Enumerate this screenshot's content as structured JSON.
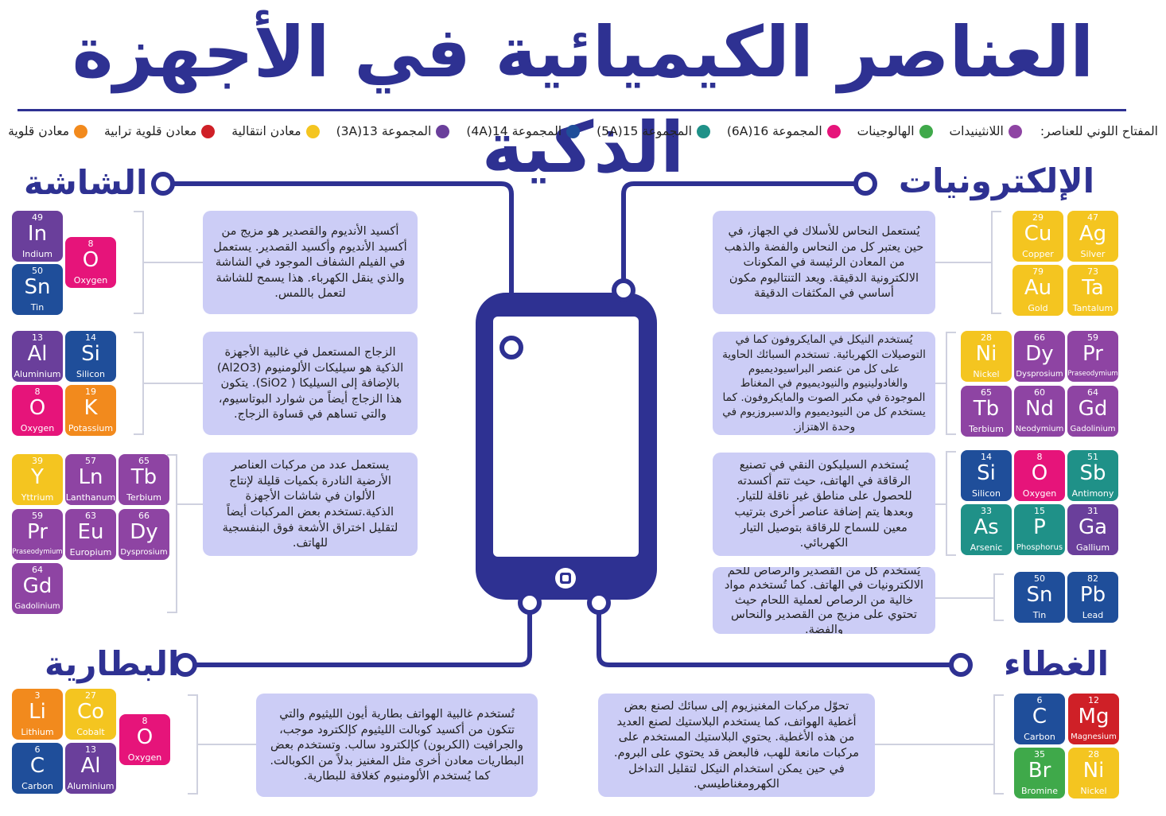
{
  "title": "العناصر الكيميائية في الأجهزة الذكية",
  "legend": {
    "label": "المفتاح اللوني للعناصر:",
    "items": [
      {
        "label": "اللانثينيدات",
        "color": "#8e44a3"
      },
      {
        "label": "الهالوجينات",
        "color": "#3fa94a"
      },
      {
        "label": "المجموعة 16(6A)",
        "color": "#e6147a"
      },
      {
        "label": "المجموعة 15(5A)",
        "color": "#1f9188"
      },
      {
        "label": "المجموعة 14(4A)",
        "color": "#1f4e9a"
      },
      {
        "label": "المجموعة 13(3A)",
        "color": "#6a3f9b"
      },
      {
        "label": "معادن انتقالية",
        "color": "#f4c520"
      },
      {
        "label": "معادن قلوية ترابية",
        "color": "#cf2027"
      },
      {
        "label": "معادن قلوية",
        "color": "#f28a1d"
      }
    ]
  },
  "sections": {
    "screen": "الشاشة",
    "electronics": "الإلكترونيات",
    "battery": "البطارية",
    "cover": "الغطاء"
  },
  "texts": {
    "screen_ito": "أكسيد الأنديوم والقصدير هو مزيج من أكسيد الأنديوم وأكسيد القصدير. يستعمل في الفيلم الشفاف الموجود في الشاشة والذي ينقل الكهرباء. هذا يسمح للشاشة لتعمل باللمس.",
    "screen_glass": "الزجاج المستعمل في غالبية الأجهزة الذكية هو سيليكات الألومنيوم (Al2O3) بالإضافة إلى السيليكا ( SiO2). يتكون هذا الزجاج أيضاً من شوارد البوتاسيوم، والتي تساهم في قساوة الزجاج.",
    "screen_rare": "يستعمل عدد من مركبات العناصر الأرضية النادرة بكميات قليلة لإنتاج الألوان في شاشات الأجهزة الذكية.تستخدم بعض المركبات أيضاً لتقليل اختراق الأشعة فوق البنفسجية للهاتف.",
    "elec_wires": "يُستعمل النحاس للأسلاك في الجهاز، في حين يعتبر كل من النحاس والفضة والذهب من المعادن الرئيسة في المكونات الالكترونية الدقيقة. ويعد التنتاليوم مكون أساسي في المكثفات الدقيقة",
    "elec_magnets": "يُستخدم النيكل في المايكروفون كما في التوصيلات الكهربائية. تستخدم السبائك الحاوية على كل من عنصر البراسيوديميوم والغادولينيوم والنيوديميوم في المغناط الموجودة في مكبر الصوت والمايكروفون. كما يستخدم كل من النيوديميوم والدسبروزيوم في وحدة الاهتزاز.",
    "elec_chip": "يُستخدم السيليكون النقي في تصنيع الرقاقة في الهاتف، حيث تتم أكسدته للحصول على مناطق غير ناقلة للتيار. وبعدها يتم إضافة عناصر أخرى بترتيب معين للسماح للرقاقة بتوصيل التيار الكهربائي.",
    "elec_solder": "يُستخدم كل من القصدير والرصاص للحم الالكترونيات في الهاتف. كما تُستخدم مواد خالية من الرصاص لعملية اللحام حيث تحتوي على مزيج من القصدير والنحاس والفضة.",
    "battery": "تُستخدم غالبية الهواتف بطارية أيون الليثيوم والتي تتكون من أكسيد كوبالت الليثيوم كإلكترود موجب، والجرافيت (الكربون) كإلكترود سالب. وتستخدم بعض البطاريات معادن أخرى مثل المغنيز بدلاً من الكوبالت. كما يُستخدم الألومنيوم كغلافة للبطارية.",
    "cover": "تحوّل مركبات المغنيزيوم إلى سبائك لصنع بعض أغطية الهواتف، كما يستخدم البلاستيك لصنع العديد من هذه الأغطية. يحتوي البلاستيك المستخدم على مركبات مانعة للهب، فالبعض قد يحتوي على البروم. في حين يمكن استخدام النيكل لتقليل التداخل الكهرومغناطيسي."
  },
  "elements": [
    {
      "id": "screen-in",
      "num": "49",
      "sym": "In",
      "name": "Indium",
      "color": "#6a3f9b"
    },
    {
      "id": "screen-o1",
      "num": "8",
      "sym": "O",
      "name": "Oxygen",
      "color": "#e6147a"
    },
    {
      "id": "screen-sn",
      "num": "50",
      "sym": "Sn",
      "name": "Tin",
      "color": "#1f4e9a"
    },
    {
      "id": "screen-al",
      "num": "13",
      "sym": "Al",
      "name": "Aluminium",
      "color": "#6a3f9b"
    },
    {
      "id": "screen-si",
      "num": "14",
      "sym": "Si",
      "name": "Silicon",
      "color": "#1f4e9a"
    },
    {
      "id": "screen-o2",
      "num": "8",
      "sym": "O",
      "name": "Oxygen",
      "color": "#e6147a"
    },
    {
      "id": "screen-k",
      "num": "19",
      "sym": "K",
      "name": "Potassium",
      "color": "#f28a1d"
    },
    {
      "id": "screen-y",
      "num": "39",
      "sym": "Y",
      "name": "Yttrium",
      "color": "#f4c520"
    },
    {
      "id": "screen-ln",
      "num": "57",
      "sym": "Ln",
      "name": "Lanthanum",
      "color": "#8e44a3"
    },
    {
      "id": "screen-tb",
      "num": "65",
      "sym": "Tb",
      "name": "Terbium",
      "color": "#8e44a3"
    },
    {
      "id": "screen-pr",
      "num": "59",
      "sym": "Pr",
      "name": "Praseodymium",
      "color": "#8e44a3"
    },
    {
      "id": "screen-eu",
      "num": "63",
      "sym": "Eu",
      "name": "Europium",
      "color": "#8e44a3"
    },
    {
      "id": "screen-dy",
      "num": "66",
      "sym": "Dy",
      "name": "Dysprosium",
      "color": "#8e44a3"
    },
    {
      "id": "screen-gd",
      "num": "64",
      "sym": "Gd",
      "name": "Gadolinium",
      "color": "#8e44a3"
    },
    {
      "id": "elec-cu",
      "num": "29",
      "sym": "Cu",
      "name": "Copper",
      "color": "#f4c520"
    },
    {
      "id": "elec-ag",
      "num": "47",
      "sym": "Ag",
      "name": "Silver",
      "color": "#f4c520"
    },
    {
      "id": "elec-au",
      "num": "79",
      "sym": "Au",
      "name": "Gold",
      "color": "#f4c520"
    },
    {
      "id": "elec-ta",
      "num": "73",
      "sym": "Ta",
      "name": "Tantalum",
      "color": "#f4c520"
    },
    {
      "id": "elec-ni",
      "num": "28",
      "sym": "Ni",
      "name": "Nickel",
      "color": "#f4c520"
    },
    {
      "id": "elec-dy",
      "num": "66",
      "sym": "Dy",
      "name": "Dysprosium",
      "color": "#8e44a3"
    },
    {
      "id": "elec-pr",
      "num": "59",
      "sym": "Pr",
      "name": "Praseodymium",
      "color": "#8e44a3"
    },
    {
      "id": "elec-tb",
      "num": "65",
      "sym": "Tb",
      "name": "Terbium",
      "color": "#8e44a3"
    },
    {
      "id": "elec-nd",
      "num": "60",
      "sym": "Nd",
      "name": "Neodymium",
      "color": "#8e44a3"
    },
    {
      "id": "elec-gd",
      "num": "64",
      "sym": "Gd",
      "name": "Gadolinium",
      "color": "#8e44a3"
    },
    {
      "id": "elec-si",
      "num": "14",
      "sym": "Si",
      "name": "Silicon",
      "color": "#1f4e9a"
    },
    {
      "id": "elec-o",
      "num": "8",
      "sym": "O",
      "name": "Oxygen",
      "color": "#e6147a"
    },
    {
      "id": "elec-sb",
      "num": "51",
      "sym": "Sb",
      "name": "Antimony",
      "color": "#1f9188"
    },
    {
      "id": "elec-as",
      "num": "33",
      "sym": "As",
      "name": "Arsenic",
      "color": "#1f9188"
    },
    {
      "id": "elec-p",
      "num": "15",
      "sym": "P",
      "name": "Phosphorus",
      "color": "#1f9188"
    },
    {
      "id": "elec-ga",
      "num": "31",
      "sym": "Ga",
      "name": "Gallium",
      "color": "#1f9188"
    },
    {
      "id": "elec-sn",
      "num": "50",
      "sym": "Sn",
      "name": "Tin",
      "color": "#1f4e9a"
    },
    {
      "id": "elec-pb",
      "num": "82",
      "sym": "Pb",
      "name": "Lead",
      "color": "#1f4e9a"
    },
    {
      "id": "bat-li",
      "num": "3",
      "sym": "Li",
      "name": "Lithium",
      "color": "#f28a1d"
    },
    {
      "id": "bat-co",
      "num": "27",
      "sym": "Co",
      "name": "Cobalt",
      "color": "#f4c520"
    },
    {
      "id": "bat-o",
      "num": "8",
      "sym": "O",
      "name": "Oxygen",
      "color": "#e6147a"
    },
    {
      "id": "bat-c",
      "num": "6",
      "sym": "C",
      "name": "Carbon",
      "color": "#1f4e9a"
    },
    {
      "id": "bat-al",
      "num": "13",
      "sym": "Al",
      "name": "Aluminium",
      "color": "#6a3f9b"
    },
    {
      "id": "cov-c",
      "num": "6",
      "sym": "C",
      "name": "Carbon",
      "color": "#1f4e9a"
    },
    {
      "id": "cov-mg",
      "num": "12",
      "sym": "Mg",
      "name": "Magnesium",
      "color": "#cf2027"
    },
    {
      "id": "cov-br",
      "num": "35",
      "sym": "Br",
      "name": "Bromine",
      "color": "#3fa94a"
    },
    {
      "id": "cov-ni",
      "num": "28",
      "sym": "Ni",
      "name": "Nickel",
      "color": "#f4c520"
    }
  ]
}
